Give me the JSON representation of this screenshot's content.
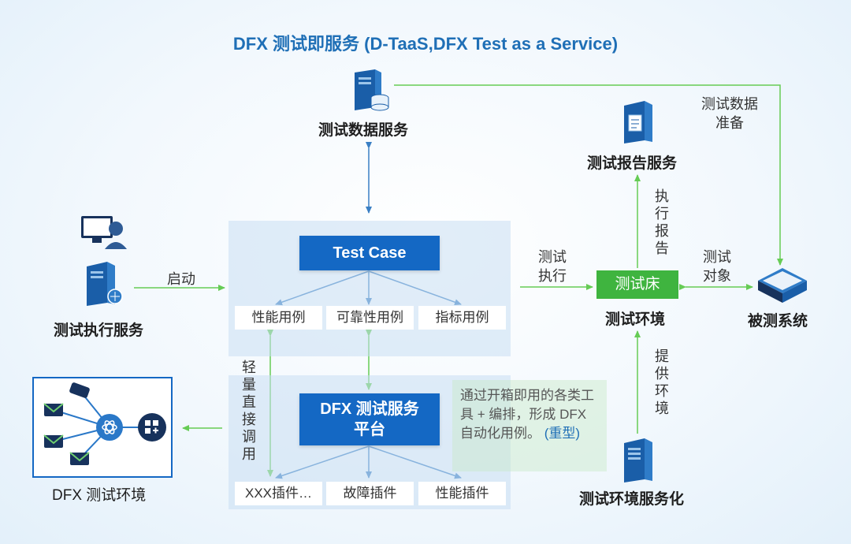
{
  "title": "DFX 测试即服务 (D-TaaS,DFX Test as a Service)",
  "nodes": {
    "test_data_service": "测试数据服务",
    "test_report_service": "测试报告服务",
    "test_exec_service": "测试执行服务",
    "dfx_test_env": "DFX 测试环境",
    "test_bed": "测试床",
    "test_env": "测试环境",
    "system_under_test": "被测系统",
    "test_env_as_service": "测试环境服务化"
  },
  "boxes": {
    "test_case": "Test Case",
    "platform_line1": "DFX 测试服务",
    "platform_line2": "平台",
    "case_types": [
      "性能用例",
      "可靠性用例",
      "指标用例"
    ],
    "plugins": [
      "XXX插件…",
      "故障插件",
      "性能插件"
    ]
  },
  "edge_labels": {
    "start": "启动",
    "test_exec_line1": "测试",
    "test_exec_line2": "执行",
    "test_object_line1": "测试",
    "test_object_line2": "对象",
    "data_prep_line1": "测试数据",
    "data_prep_line2": "准备",
    "exec_report": "执行报告",
    "provide_env": "提供环境",
    "lightweight_call": "轻量直接调用"
  },
  "note": {
    "text": "通过开箱即用的各类工具 + 编排，形成 DFX 自动化用例。",
    "tag": "(重型)"
  },
  "colors": {
    "title": "#1f6fb6",
    "primary_box": "#1468c4",
    "accent_green": "#3fb43f",
    "arrow_green": "#66cc55",
    "arrow_blue": "#3a7fc4"
  }
}
